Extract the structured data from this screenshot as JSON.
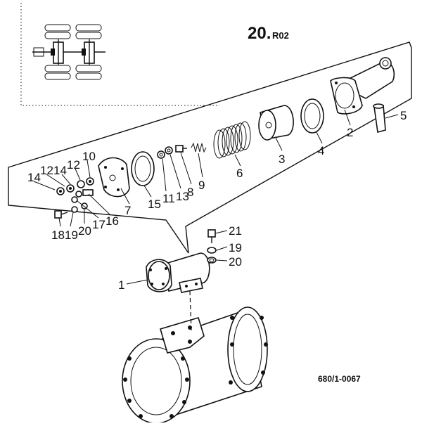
{
  "title": {
    "main": "20.",
    "revision": "R02"
  },
  "reference_code": "680/1-0067",
  "callouts": {
    "c1": "1",
    "c2": "2",
    "c3": "3",
    "c4": "4",
    "c5": "5",
    "c6": "6",
    "c7": "7",
    "c8": "8",
    "c9": "9",
    "c10": "10",
    "c11": "11",
    "c12a": "12",
    "c12b": "12",
    "c13": "13",
    "c14a": "14",
    "c14b": "14",
    "c15": "15",
    "c16": "16",
    "c17": "17",
    "c18": "18",
    "c19a": "19",
    "c19b": "19",
    "c20a": "20",
    "c20b": "20",
    "c21": "21"
  }
}
